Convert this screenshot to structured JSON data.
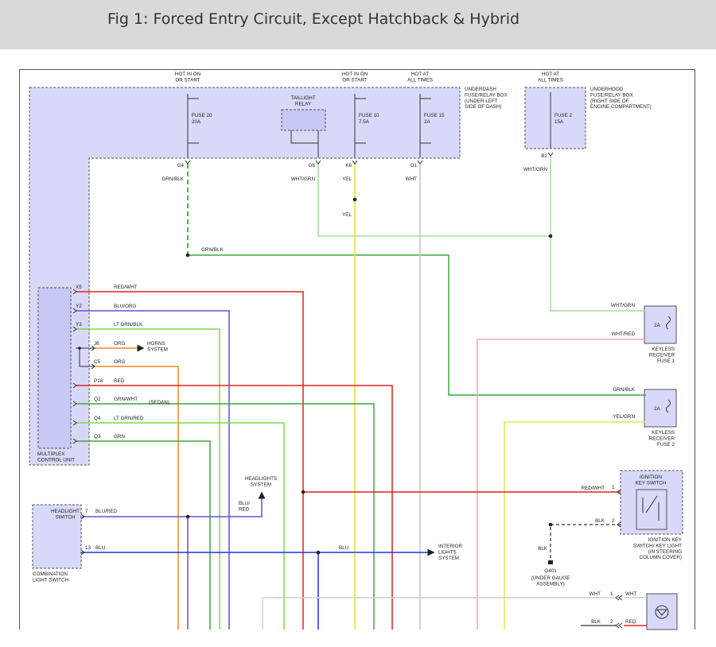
{
  "figure": {
    "title": "Fig 1: Forced Entry Circuit, Except Hatchback & Hybrid"
  },
  "colors": {
    "box_fill": "#d8d8f8",
    "box_border": "#555555",
    "wire_green_dashed": "#44b844",
    "wire_pale_green": "#a8d8a0",
    "wire_yellow": "#e6e64a",
    "wire_white": "#d0d0d0",
    "wire_red": "#e02020",
    "wire_blue_violet": "#6a4fd0",
    "wire_lt_green": "#77dd44",
    "wire_orange": "#f08820",
    "wire_green": "#3aa83a",
    "wire_blue": "#2030e0",
    "wire_pink": "#f0a8a8",
    "wire_gray": "#555555"
  },
  "sources": {
    "hot_on_start_1": "HOT IN ON\nOR START",
    "hot_on_start_2": "HOT IN ON\nOR START",
    "hot_all_times_1": "HOT AT\nALL TIMES",
    "hot_all_times_2": "HOT AT\nALL TIMES"
  },
  "underdash_box": {
    "label": "UNDERDASH\nFUSE/RELAY BOX\n(UNDER LEFT\nSIDE OF DASH)",
    "fuses": [
      {
        "name": "FUSE 20",
        "rating": "20A"
      },
      {
        "name": "FUSE 10",
        "rating": "7.5A"
      },
      {
        "name": "FUSE 15",
        "rating": "2A"
      }
    ],
    "relay": "TAILLIGHT\nRELAY",
    "terminals": [
      "G4",
      "G6",
      "K6",
      "O1"
    ]
  },
  "underhood_box": {
    "label": "UNDERHOOD\nFUSE/RELAY BOX\n(RIGHT SIDE OF\nENGINE COMPARTMENT)",
    "fuse": {
      "name": "FUSE 2",
      "rating": "15A"
    },
    "terminal": "B2"
  },
  "wire_labels": {
    "g4": "GRN/BLK",
    "g6": "WHT/GRN",
    "k6": "YEL",
    "k6_below": "YEL",
    "o1": "WHT",
    "b2": "WHT/GRN",
    "grnblk_h": "GRN/BLK",
    "kr1_in": "WHT/GRN",
    "kr1_out": "WHT/RED",
    "kr2_in": "GRN/BLK",
    "kr2_out": "YEL/GRN",
    "ign1": "RED/WHT",
    "ign2": "BLK",
    "blk_down": "BLK",
    "bottom1_l": "WHT",
    "bottom1_r": "WHT",
    "bottom2_l": "BLK",
    "bottom2_r": "RED",
    "hl_blured": "BLU/\nRED"
  },
  "mcu": {
    "label": "MULTIPLEX\nCONTROL UNIT",
    "pins": [
      {
        "pin": "X5",
        "wire": "RED/WHT"
      },
      {
        "pin": "Y2",
        "wire": "BLU/ORG"
      },
      {
        "pin": "Y3",
        "wire": "LT GRN/BLK"
      },
      {
        "pin": "J6",
        "wire": "ORG"
      },
      {
        "pin": "C5",
        "wire": "ORG"
      },
      {
        "pin": "P18",
        "wire": "RED"
      },
      {
        "pin": "Q2",
        "wire": "GRN/WHT"
      },
      {
        "pin": "Q4",
        "wire": "LT GRN/RED"
      },
      {
        "pin": "Q3",
        "wire": "GRN"
      }
    ],
    "sedan_note": "(SEDAN)"
  },
  "horns": "HORNS\nSYSTEM",
  "headlights_system": "HEADLIGHTS\nSYSTEM",
  "interior_lights": "INTERIOR\nLIGHTS\nSYSTEM",
  "combo_switch": {
    "box_label": "HEADLIGHT\nSWITCH",
    "caption": "COMBINATION\nLIGHT SWITCH",
    "pins": [
      {
        "pin": "7",
        "wire": "BLU/RED"
      },
      {
        "pin": "13",
        "wire": "BLU"
      }
    ]
  },
  "keyless_fuse_1": {
    "rating": "2A",
    "caption": "KEYLESS\nRECEIVER\nFUSE 1"
  },
  "keyless_fuse_2": {
    "rating": "2A",
    "caption": "KEYLESS\nRECEIVER\nFUSE 2"
  },
  "ignition": {
    "title": "IGNITION\nKEY SWITCH",
    "caption": "IGNITION KEY\nSWITCH/ KEY LIGHT\n(IN STEERING\nCOLUMN COVER)",
    "pins": [
      "1",
      "2"
    ]
  },
  "ground": {
    "name": "G401",
    "desc": "(UNDER GAUGE\nASSEMBLY)"
  },
  "bottom_pins": [
    "1",
    "2"
  ]
}
